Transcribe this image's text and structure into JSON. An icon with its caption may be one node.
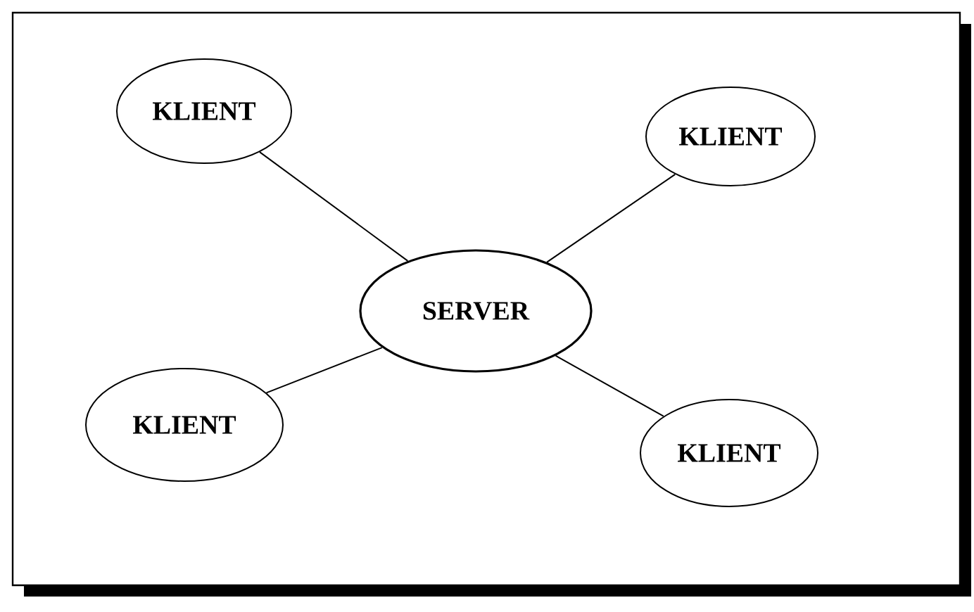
{
  "diagram": {
    "nodes": [
      {
        "text": [
          "KLIENT"
        ]
      },
      {
        "text": [
          "KLIENT"
        ]
      },
      {
        "text": [
          "SERVER"
        ]
      },
      {
        "text": [
          "KLIENT"
        ]
      },
      {
        "text": [
          "KLIENT"
        ]
      }
    ],
    "edges": [
      {
        "from": 2,
        "to": 0,
        "arrow": "none"
      },
      {
        "from": 2,
        "to": 1,
        "arrow": "none"
      },
      {
        "from": 2,
        "to": 3,
        "arrow": "none"
      },
      {
        "from": 2,
        "to": 4,
        "arrow": "none"
      }
    ]
  }
}
